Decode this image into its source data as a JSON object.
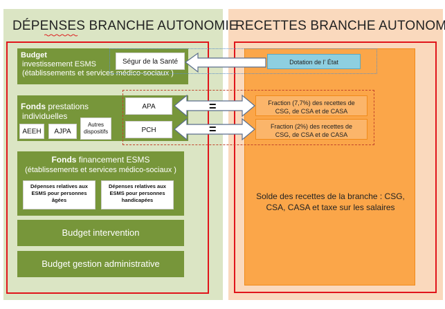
{
  "left_panel": {
    "title": "DÉPENSES BRANCHE AUTONOMIE",
    "budget_invest": {
      "bold": "Budget",
      "line2": "investissement ESMS",
      "line3": "(établissements et services médico-sociaux )"
    },
    "fonds_prestations": {
      "bold": "Fonds",
      "rest": " prestations",
      "line2": "individuelles",
      "items": [
        "AEEH",
        "AJPA"
      ],
      "autres_line1": "Autres",
      "autres_line2": "dispositifs"
    },
    "fonds_financement": {
      "bold": "Fonds",
      "rest": " financement ESMS",
      "line2": "(établissements et services médico-sociaux )",
      "box1": [
        "Dépenses relatives aux",
        "ESMS pour personnes",
        "âgées"
      ],
      "box2": [
        "Dépenses relatives aux",
        "ESMS pour personnes",
        "handicapées"
      ]
    },
    "budget_intervention": "Budget intervention",
    "budget_gestion": "Budget gestion administrative"
  },
  "middle": {
    "segur": "Ségur de la Santé",
    "apa": "APA",
    "pch": "PCH",
    "equals": "="
  },
  "right_panel": {
    "title": "RECETTES BRANCHE AUTONOMIE",
    "dotation": "Dotation de l’ État",
    "fraction1": [
      "Fraction (7,7%) des recettes de",
      "CSG, de CSA et de CASA"
    ],
    "fraction2": [
      "Fraction (2%)  des recettes de",
      "CSG, de CSA et de CASA"
    ],
    "solde": [
      "Solde des recettes de la branche : CSG,",
      "CSA, CASA et taxe sur les salaires"
    ]
  },
  "colors": {
    "left_bg": "#dbe5c4",
    "right_bg": "#fad9bd",
    "green_box": "#77963a",
    "orange_box": "#fba649",
    "frame_red": "#e0141a",
    "dotation_blue": "#8ecfe0"
  }
}
